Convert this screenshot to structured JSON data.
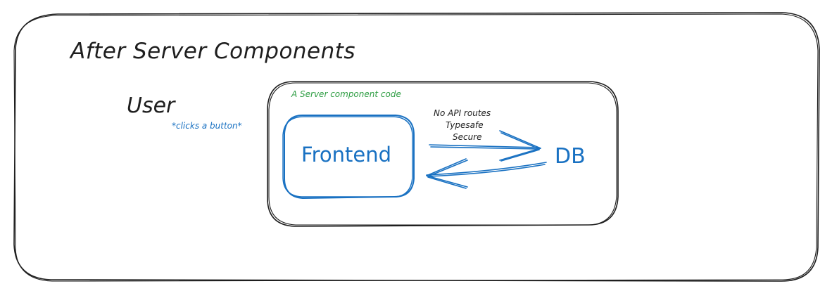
{
  "diagram": {
    "title": "After Server Components",
    "user": {
      "label": "User",
      "action": "*clicks a button*"
    },
    "server_component": {
      "label": "A Server component code"
    },
    "frontend": {
      "label": "Frontend"
    },
    "database": {
      "label": "DB"
    },
    "connection_notes": [
      "No API routes",
      "Typesafe",
      "Secure"
    ],
    "colors": {
      "ink": "#1e1e1e",
      "blue": "#1971c2",
      "green": "#2f9e44",
      "background": "#ffffff"
    }
  }
}
